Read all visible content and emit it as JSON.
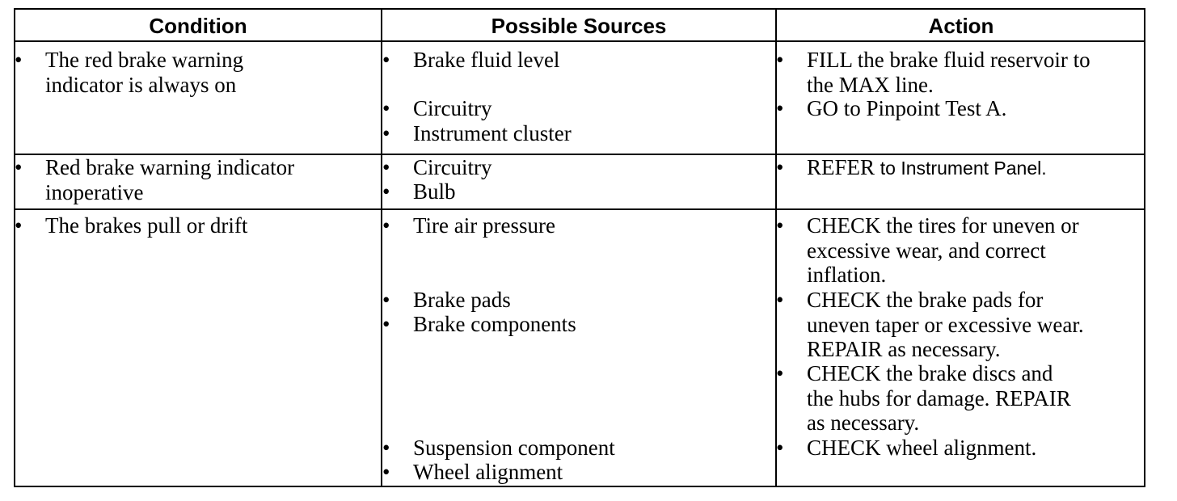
{
  "headers": [
    "Condition",
    "Possible Sources",
    "Action"
  ],
  "rows": [
    {
      "condition": [
        "The red brake warning indicator is always on"
      ],
      "sources": [
        "Brake fluid level",
        "Circuitry",
        "Instrument cluster"
      ],
      "actions": [
        "FILL the brake fluid reservoir to the MAX line.",
        "GO to Pinpoint Test A."
      ]
    },
    {
      "condition": [
        "Red brake warning indicator inoperative"
      ],
      "sources": [
        "Circuitry",
        "Bulb"
      ],
      "actions": [
        {
          "lead": "REFER",
          "rest": "to Instrument Panel."
        }
      ]
    },
    {
      "condition": [
        "The brakes pull or drift"
      ],
      "sources": [
        "Tire air pressure",
        "Brake pads",
        "Brake components",
        "Suspension component",
        "Wheel alignment"
      ],
      "actions": [
        "CHECK the tires for uneven or excessive wear, and correct inflation.",
        "CHECK the brake pads for uneven taper or excessive wear. REPAIR as necessary.",
        "CHECK the brake discs and the hubs for damage. REPAIR as necessary.",
        "CHECK wheel alignment."
      ]
    }
  ]
}
